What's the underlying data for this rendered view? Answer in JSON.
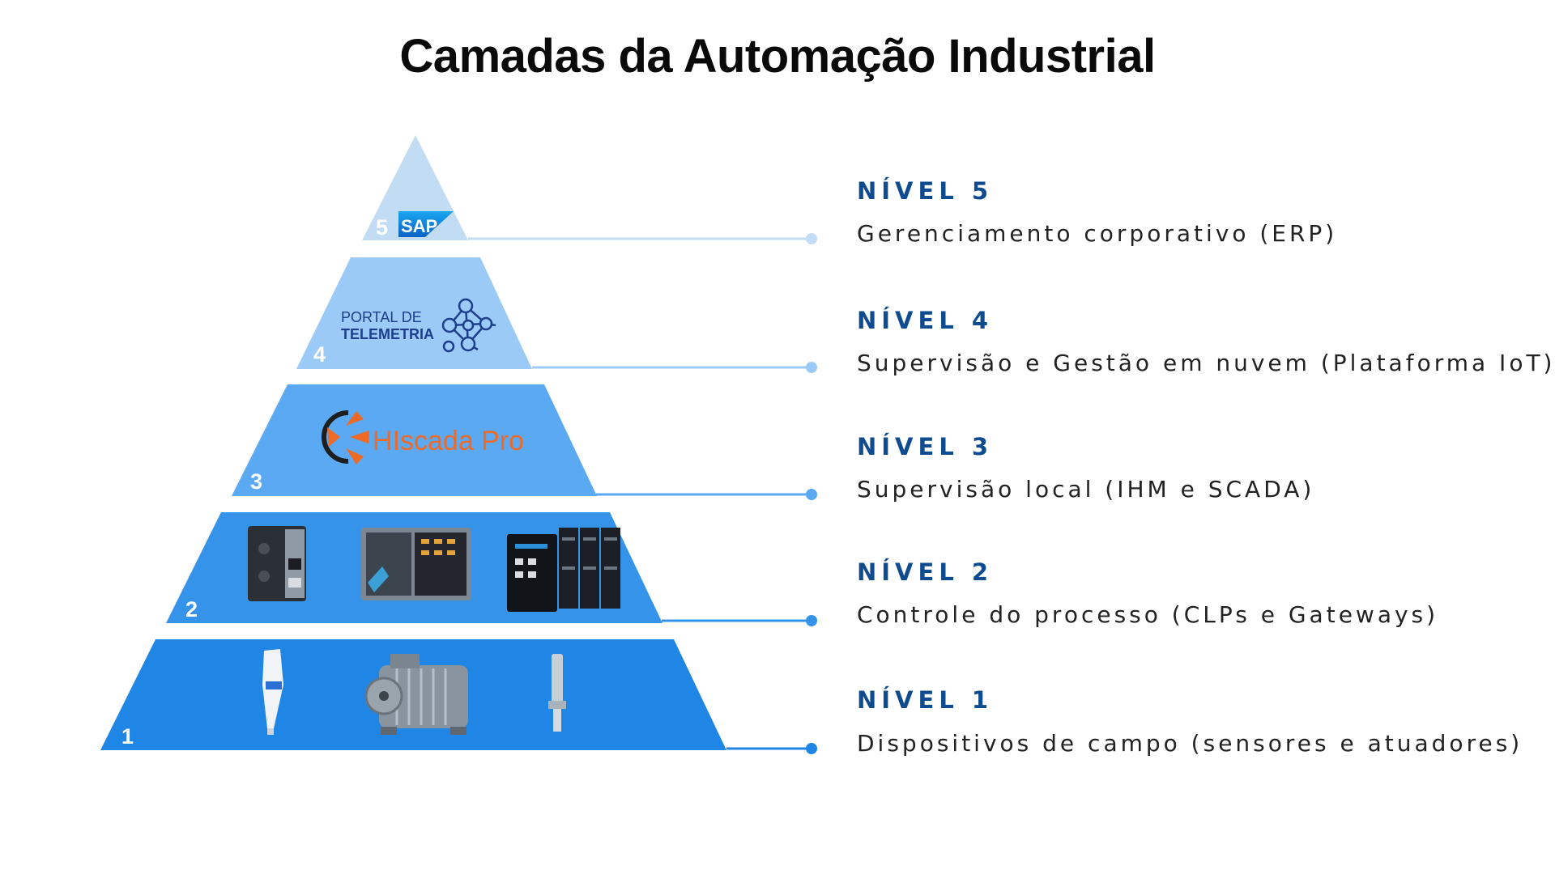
{
  "title": "Camadas da Automação Industrial",
  "levels": [
    {
      "num": "5",
      "label": "NÍVEL 5",
      "desc": "Gerenciamento corporativo (ERP)",
      "logo": "SAP",
      "color": "#c2dcf3"
    },
    {
      "num": "4",
      "label": "NÍVEL 4",
      "desc": "Supervisão e Gestão em nuvem (Plataforma IoT)",
      "logo": [
        "PORTAL DE",
        "TELEMETRIA"
      ],
      "color": "#9ccaf7"
    },
    {
      "num": "3",
      "label": "NÍVEL 3",
      "desc": "Supervisão local (IHM e SCADA)",
      "logo": "HIscada Pro",
      "color": "#5aa9f2"
    },
    {
      "num": "2",
      "label": "NÍVEL 2",
      "desc": "Controle do processo (CLPs e Gateways)",
      "color": "#3593ea"
    },
    {
      "num": "1",
      "label": "NÍVEL 1",
      "desc": "Dispositivos de campo (sensores e atuadores)",
      "color": "#1f86e5"
    }
  ],
  "icons": [
    "sap-logo-icon",
    "telemetry-network-icon",
    "hiscada-logo-icon",
    "gateway-device-icon",
    "plc-device-icon",
    "plc-rack-icon",
    "sensor-device-icon",
    "electric-motor-icon",
    "pressure-transmitter-icon"
  ]
}
